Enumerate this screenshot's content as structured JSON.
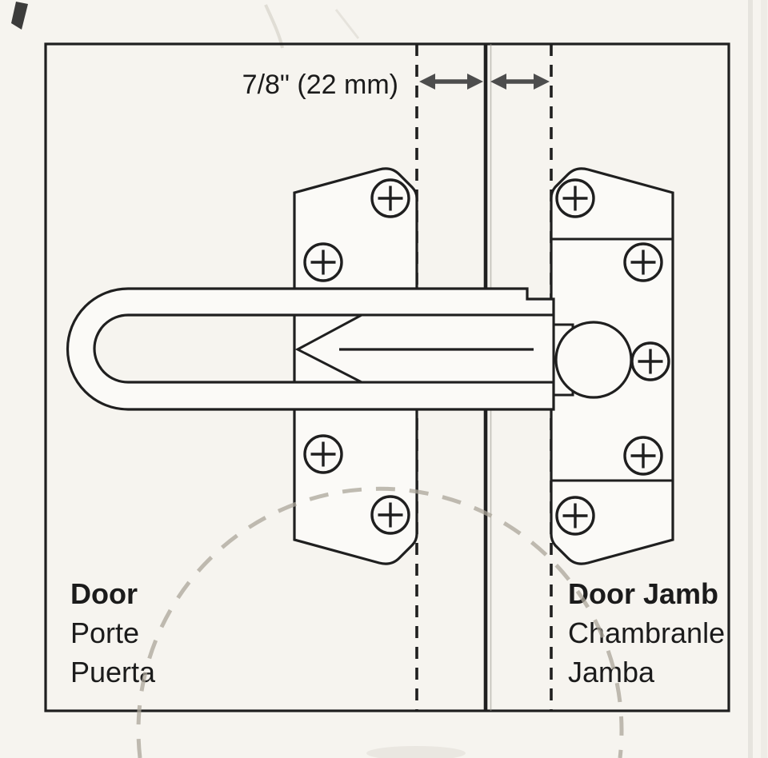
{
  "figure": {
    "type": "door-guard-installation-diagram",
    "dimension_label": "7/8\" (22 mm)",
    "labels": {
      "door": [
        "Door",
        "Porte",
        "Puerta"
      ],
      "door_jamb": [
        "Door Jamb",
        "Chambranle",
        "Jamba"
      ]
    },
    "hardware": {
      "door_plate_screw_count": 4,
      "jamb_plate_screw_count": 5,
      "parts": [
        "swing-bar",
        "ball-stud",
        "door-plate",
        "jamb-plate"
      ]
    },
    "colors": {
      "ink": "#1f1f1f",
      "paper": "#f6f4ef",
      "hardware_fill": "#fbfaf7",
      "arrow": "#4d4d4d",
      "crease": "#aba699"
    }
  }
}
